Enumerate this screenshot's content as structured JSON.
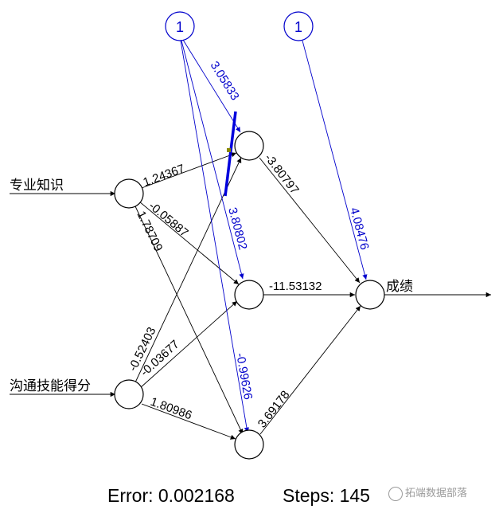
{
  "inputs": [
    "专业知识",
    "沟通技能得分"
  ],
  "output": "成绩",
  "bias_labels": [
    "1",
    "1"
  ],
  "weights": {
    "in1_h1": "1.24367",
    "in1_h2": "-0.05887",
    "in1_h3": "1.78709",
    "in2_h1": "-0.52403",
    "in2_h2": "-0.03677",
    "in2_h3": "1.80986",
    "b1_h1": "3.05833",
    "b1_h2": "3.80802",
    "b1_h3": "-0.99626",
    "h1_out": "-3.80797",
    "h2_out": "-11.53132",
    "h3_out": "3.69178",
    "b2_out": "4.08476"
  },
  "footer": {
    "error_label": "Error: 0.002168",
    "steps_label": "Steps: 145"
  },
  "watermark": {
    "text": "拓端数据部落"
  },
  "colors": {
    "edge": "#000000",
    "bias_edge": "#0000cc"
  }
}
